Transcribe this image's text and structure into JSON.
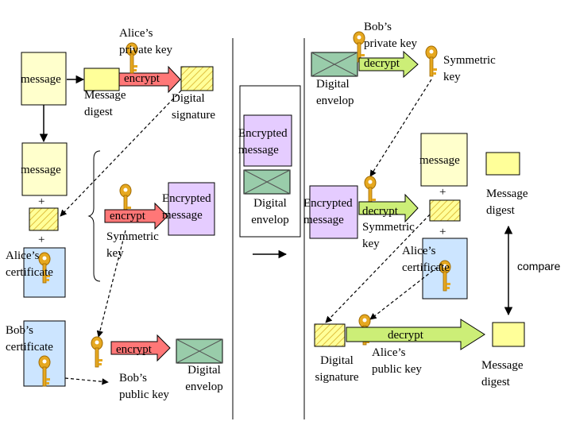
{
  "sender": {
    "alice_private_key": "Alice’s\nprivate key",
    "message": "message",
    "encrypt": "encrypt",
    "message_digest": "Message\ndigest",
    "digital_signature": "Digital\nsignature",
    "bundle_message": "message",
    "plus": "+",
    "alice_certificate": "Alice’s\ncertificate",
    "bob_certificate": "Bob’s\ncertificate",
    "encrypted_message": "Encrypted\nmessage",
    "symmetric_key": "Symmetric\nkey",
    "bob_public_key": "Bob’s\npublic key",
    "digital_envelop": "Digital\nenvelop"
  },
  "transit": {
    "encrypted_message": "Encrypted\nmessage",
    "digital_envelop": "Digital\nenvelop"
  },
  "receiver": {
    "bob_private_key": "Bob’s\nprivate key",
    "decrypt": "decrypt",
    "symmetric_key": "Symmetric\nkey",
    "digital_envelop": "Digital\nenvelop",
    "message": "message",
    "plus": "+",
    "message_digest": "Message\ndigest",
    "encrypted_message": "Encrypted\nmessage",
    "symmetric_key_2": "Symmetric\nkey",
    "alice_certificate": "Alice’s\ncertificate",
    "compare": "compare",
    "digital_signature": "Digital\nsignature",
    "alice_public_key": "Alice’s\npublic key",
    "message_digest_2": "Message\ndigest"
  },
  "colors": {
    "message_fill": "#ffffcc",
    "digest_fill": "#ffff99",
    "signature_fill": "#ffff99",
    "certificate_fill": "#cce5ff",
    "encrypted_fill": "#e5ccff",
    "envelop_fill": "#99ccaa",
    "encrypt_arrow": "#ff7777",
    "decrypt_arrow": "#ccee77",
    "key_color": "#e6a820"
  }
}
